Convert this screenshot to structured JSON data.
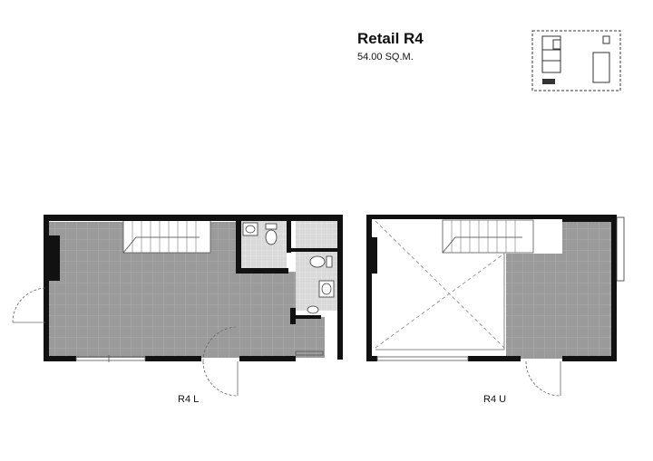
{
  "header": {
    "title": "Retail R4",
    "area": "54.00 SQ.M."
  },
  "plans": {
    "lower_label": "R4 L",
    "upper_label": "R4 U"
  },
  "colors": {
    "floor_tile": "#9a9a9a",
    "grid_line": "#b5b5b5",
    "wall": "#111111",
    "background": "#ffffff"
  }
}
